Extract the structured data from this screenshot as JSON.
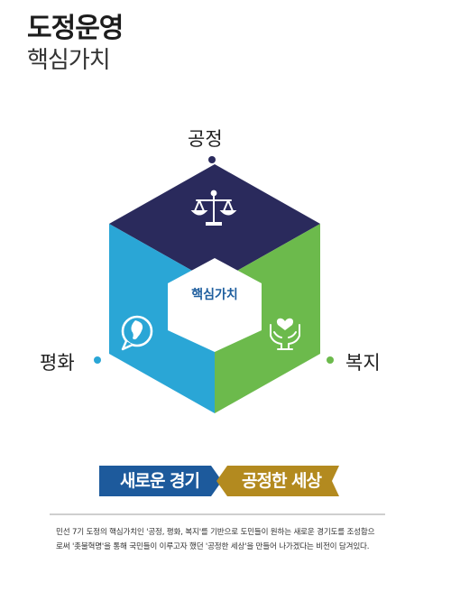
{
  "header": {
    "title": "도정운영",
    "subtitle": "핵심가치"
  },
  "diagram": {
    "center": "핵심가치",
    "top": {
      "label": "공정",
      "icon": "scales-of-justice-icon",
      "color": "#2a2a5c"
    },
    "left": {
      "label": "평화",
      "icon": "korea-peninsula-speech-bubble-icon",
      "color": "#2aa6d6"
    },
    "right": {
      "label": "복지",
      "icon": "heart-hands-icon",
      "color": "#6cba4c"
    },
    "center_color": "#ffffff"
  },
  "banner": {
    "left": "새로운 경기",
    "right": "공정한 세상",
    "left_color": "#1d5a9c",
    "right_color": "#b38a1f"
  },
  "description": "민선 7기 도정의 핵심가치인 '공정, 평화, 복지'를 기반으로 도민들이 원하는 새로운 경기도를 조성함으로써 '촛불혁명'을 통해 국민들이 이루고자 했던 '공정한 세상'을 만들어 나가겠다는 비전이 담겨있다."
}
